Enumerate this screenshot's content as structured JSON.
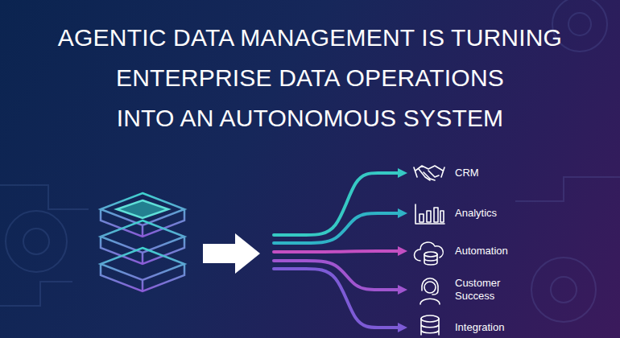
{
  "diagram": {
    "title": "AGENTIC DATA MANAGEMENT IS TURNING ENTERPRISE DATA OPERATIONS INTO AN AUTONOMOUS SYSTEM",
    "labels": [
      "CRM",
      "Analytics",
      "Automation",
      "Customer Success",
      "Integration"
    ]
  }
}
